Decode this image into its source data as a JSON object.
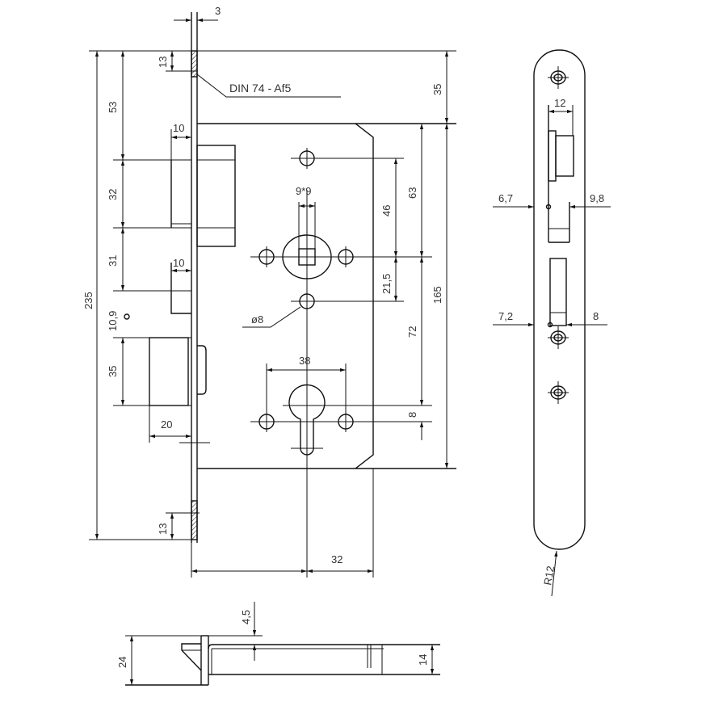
{
  "drawing": {
    "title_note": "DIN 74 - Af5",
    "front_view": {
      "faceplate_thickness": "3",
      "top_screw_offset": "13",
      "bottom_screw_offset": "13",
      "overall_height": "235",
      "to_bolt": "53",
      "bolt_height": "32",
      "bolt_to_latch": "31",
      "latch_gap": "10,9",
      "latch_height": "35",
      "bolt_throw": "10",
      "latch_throw": "10",
      "latch_depth": "20",
      "case_top_offset": "35",
      "case_height": "165",
      "spindle_to_top": "63",
      "spindle_to_cylinder": "72",
      "cylinder_offset": "8",
      "screw_above_spindle": "46",
      "screw_below_spindle": "21,5",
      "spindle_square": "9*9",
      "hole_diameter": "ø8",
      "cylinder_screw_spacing": "38",
      "backset_remainder": "32"
    },
    "strike_plate": {
      "slot_width": "12",
      "left_upper": "6,7",
      "right_upper": "9,8",
      "left_lower": "7,2",
      "right_lower": "8",
      "radius": "R12"
    },
    "bottom_view": {
      "overall_depth": "24",
      "case_depth": "14",
      "offset": "4,5"
    }
  }
}
